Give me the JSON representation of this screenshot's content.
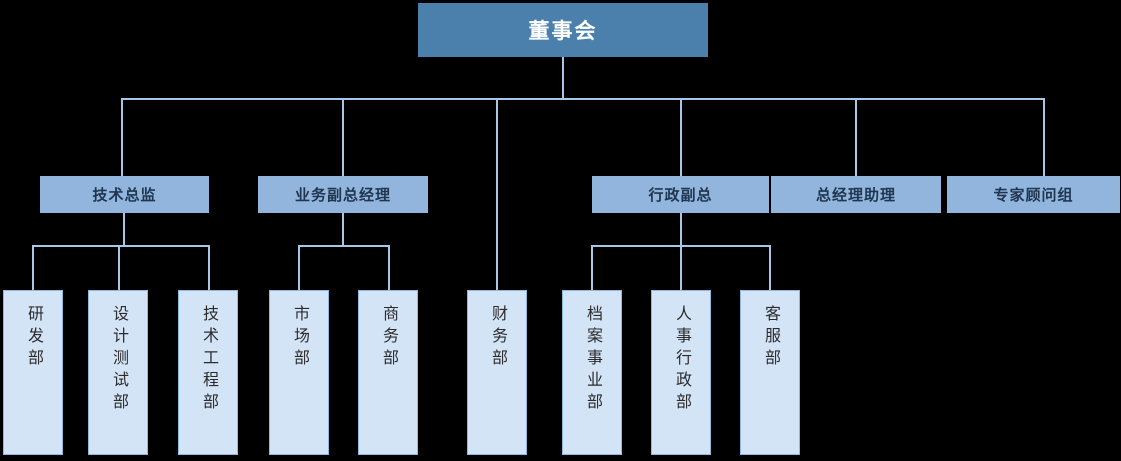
{
  "diagram": {
    "title": "Organization Chart",
    "colors": {
      "background": "#000000",
      "level1_fill": "#4a80ab",
      "level1_text": "#ffffff",
      "level2_fill": "#91b5dc",
      "level2_text": "#1f3550",
      "level3_fill": "#d4e4f7",
      "level3_border": "#8fb8de",
      "level3_text": "#2b2b2b",
      "connector": "#a8c6e6"
    }
  },
  "level1": {
    "board": "董事会"
  },
  "level2": {
    "tech_director": "技术总监",
    "business_vp": "业务副总经理",
    "admin_vp": "行政副总",
    "gm_assistant": "总经理助理",
    "expert_group": "专家顾问组"
  },
  "level3": {
    "rd": "研发部",
    "design_test": "设计测试部",
    "tech_engineering": "技术工程部",
    "marketing": "市场部",
    "commerce": "商务部",
    "finance": "财务部",
    "archives": "档案事业部",
    "hr_admin": "人事行政部",
    "customer_service": "客服部"
  }
}
